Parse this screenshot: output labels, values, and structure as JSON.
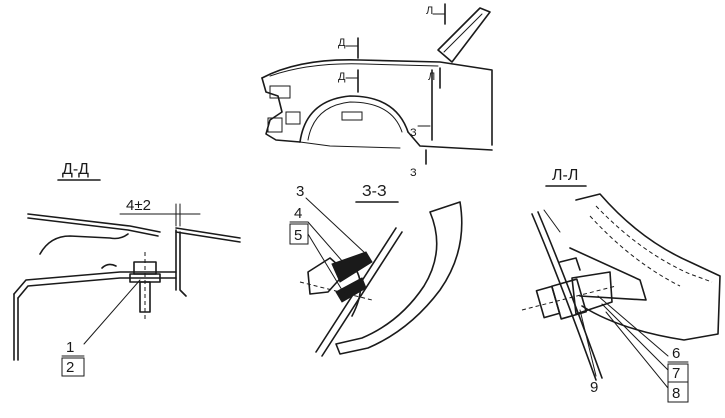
{
  "sections": {
    "dd": "Д-Д",
    "zz": "З-З",
    "ll": "Л-Л"
  },
  "markers": {
    "d": "Д",
    "l": "Л",
    "z": "З"
  },
  "dimension": "4±2",
  "callouts": [
    "1",
    "2",
    "3",
    "4",
    "5",
    "6",
    "7",
    "8",
    "9"
  ]
}
